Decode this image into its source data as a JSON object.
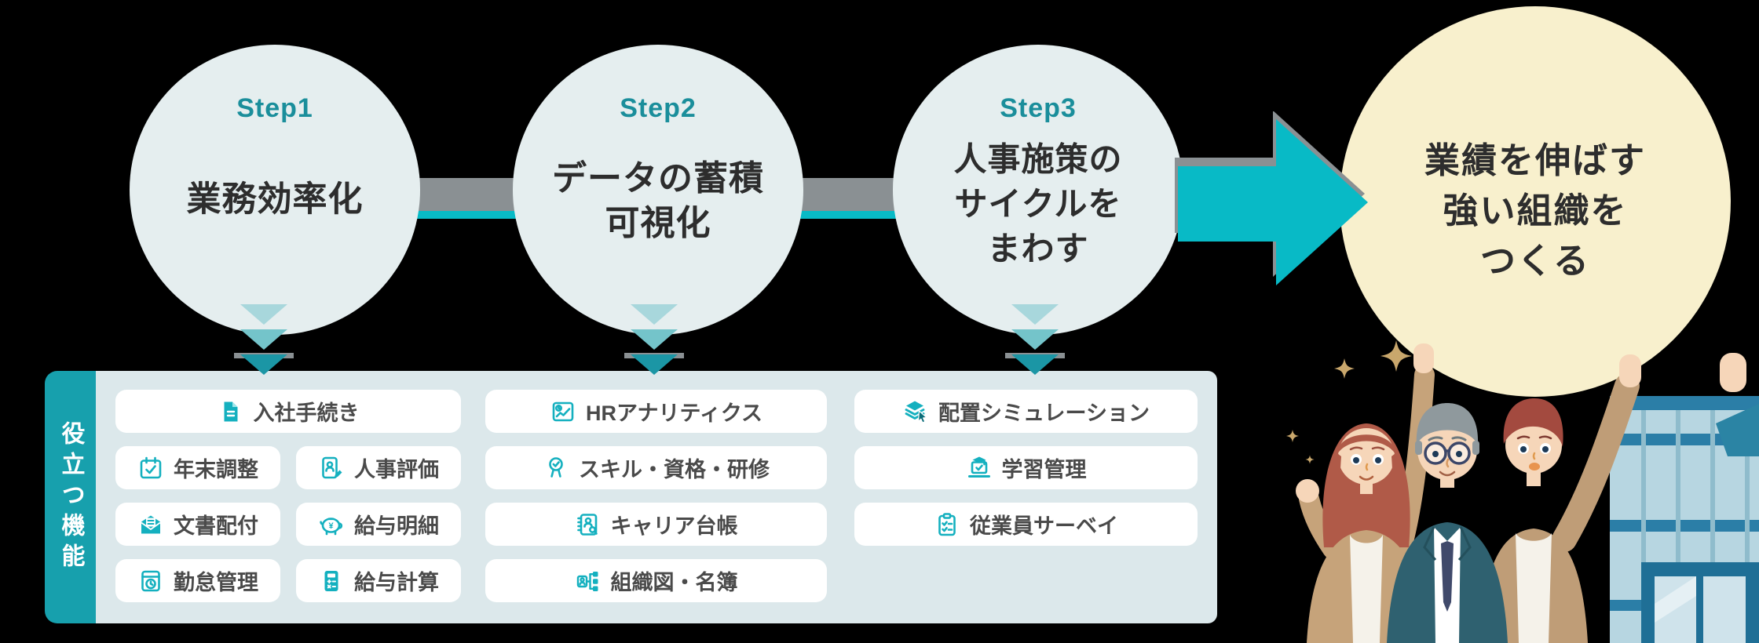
{
  "colors": {
    "accent_teal": "#08bac6",
    "sidebar_teal": "#17a0ad",
    "step_circle_bg": "#e5eeef",
    "goal_circle_bg": "#f8f0cd",
    "panel_bg": "#dce8eb",
    "step_label_text": "#1a8e9b",
    "heading_text": "#2d2d2d",
    "chip_text": "#4a4a4a",
    "chip_icon": "#14b0bf",
    "chevron_light": "#a8d7dc",
    "chevron_mid": "#74c4ca",
    "chevron_dark": "#1b96a5"
  },
  "steps": [
    {
      "label": "Step1",
      "lines": [
        "業務効率化"
      ]
    },
    {
      "label": "Step2",
      "lines": [
        "データの蓄積",
        "可視化"
      ]
    },
    {
      "label": "Step3",
      "lines": [
        "人事施策の",
        "サイクルを",
        "まわす"
      ]
    }
  ],
  "goal": {
    "lines": [
      "業績を伸ばす",
      "強い組織を",
      "つくる"
    ]
  },
  "panel": {
    "sidebar_label": "役立つ機能",
    "col1": {
      "items": [
        {
          "label": "入社手続き",
          "icon": "document-icon"
        },
        {
          "label": "年末調整",
          "icon": "calendar-check-icon"
        },
        {
          "label": "人事評価",
          "icon": "person-card-pencil-icon"
        },
        {
          "label": "文書配付",
          "icon": "envelope-document-icon"
        },
        {
          "label": "給与明細",
          "icon": "piggy-bank-icon"
        },
        {
          "label": "勤怠管理",
          "icon": "time-clock-icon"
        },
        {
          "label": "給与計算",
          "icon": "calculator-icon"
        }
      ]
    },
    "col2": {
      "items": [
        {
          "label": "HRアナリティクス",
          "icon": "analytics-report-icon"
        },
        {
          "label": "スキル・資格・研修",
          "icon": "badge-check-icon"
        },
        {
          "label": "キャリア台帳",
          "icon": "career-notebook-icon"
        },
        {
          "label": "組織図・名簿",
          "icon": "org-chart-icon"
        }
      ]
    },
    "col3": {
      "items": [
        {
          "label": "配置シミュレーション",
          "icon": "layers-cursor-icon"
        },
        {
          "label": "学習管理",
          "icon": "graduation-laptop-icon"
        },
        {
          "label": "従業員サーベイ",
          "icon": "survey-clipboard-icon"
        }
      ]
    }
  }
}
